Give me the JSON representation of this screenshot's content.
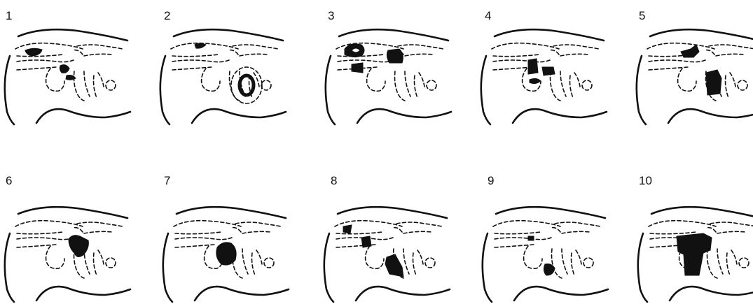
{
  "figure": {
    "panels": [
      {
        "number": "1"
      },
      {
        "number": "2"
      },
      {
        "number": "3"
      },
      {
        "number": "4"
      },
      {
        "number": "5"
      },
      {
        "number": "6"
      },
      {
        "number": "7"
      },
      {
        "number": "8"
      },
      {
        "number": "9"
      },
      {
        "number": "10"
      }
    ]
  },
  "colors": {
    "ink": "#111111",
    "background": "#ffffff"
  }
}
